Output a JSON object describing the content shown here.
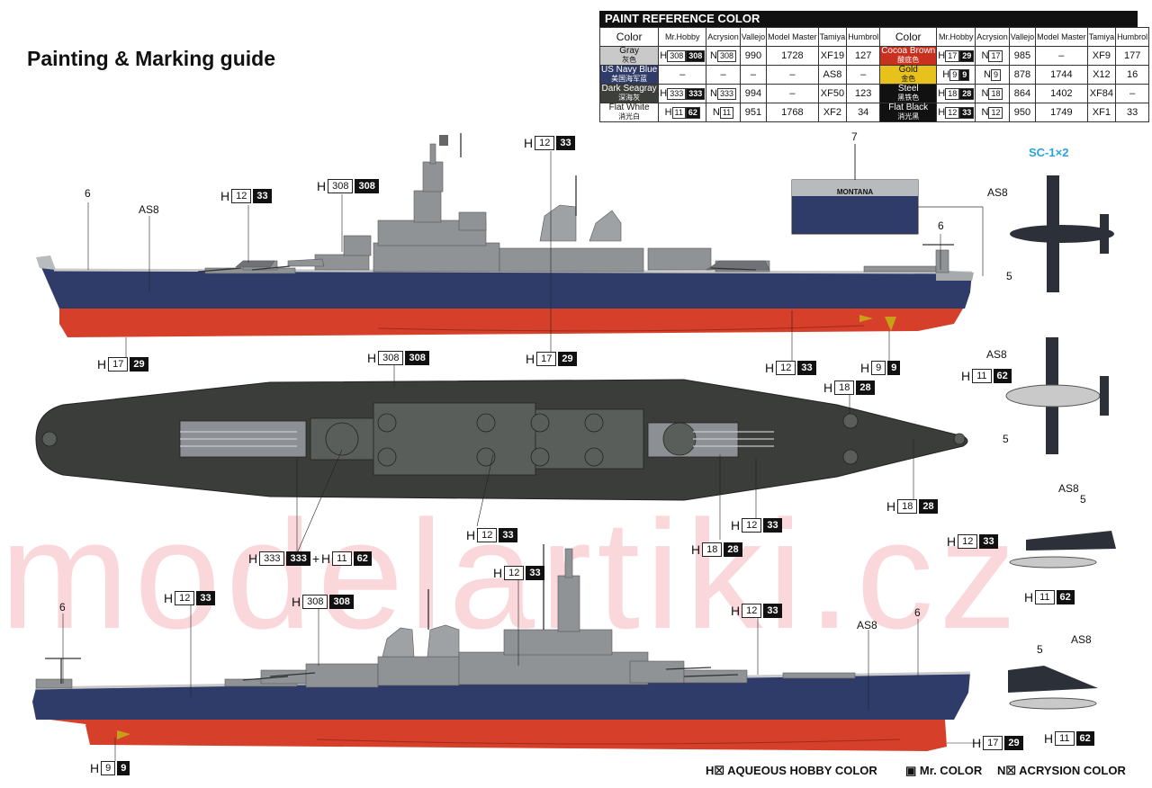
{
  "title": "Painting & Marking guide",
  "watermark": "modelartiki.cz",
  "paint_table": {
    "heading": "PAINT REFERENCE COLOR",
    "columns": [
      "Color",
      "Mr.Hobby",
      "Acrysion",
      "Vallejo",
      "Model Master",
      "Tamiya",
      "Humbrol"
    ],
    "left_rows": [
      {
        "name": "Gray",
        "cn": "灰色",
        "swatch": "#c9c9c9",
        "text_color": "#111",
        "h": "308",
        "mr": "308",
        "n": "308",
        "vallejo": "990",
        "mm": "1728",
        "tamiya": "XF19",
        "humbrol": "127"
      },
      {
        "name": "US Navy Blue",
        "cn": "美国海军蓝",
        "swatch": "#2f3c6a",
        "text_color": "#fff",
        "h": "",
        "mr": "",
        "n": "",
        "vallejo": "–",
        "mm": "–",
        "tamiya": "AS8",
        "humbrol": "–"
      },
      {
        "name": "Dark Seagray",
        "cn": "深海灰",
        "swatch": "#3c3f3a",
        "text_color": "#fff",
        "h": "333",
        "mr": "333",
        "n": "333",
        "vallejo": "994",
        "mm": "–",
        "tamiya": "XF50",
        "humbrol": "123"
      },
      {
        "name": "Flat White",
        "cn": "消光白",
        "swatch": "#ffffff",
        "text_color": "#111",
        "h": "11",
        "mr": "62",
        "n": "11",
        "vallejo": "951",
        "mm": "1768",
        "tamiya": "XF2",
        "humbrol": "34"
      }
    ],
    "right_rows": [
      {
        "name": "Cocoa Brown",
        "cn": "酸底色",
        "swatch": "#c8301f",
        "text_color": "#fff",
        "h": "17",
        "mr": "29",
        "n": "17",
        "vallejo": "985",
        "mm": "–",
        "tamiya": "XF9",
        "humbrol": "177"
      },
      {
        "name": "Gold",
        "cn": "金色",
        "swatch": "#e8c21c",
        "text_color": "#111",
        "h": "9",
        "mr": "9",
        "n": "9",
        "vallejo": "878",
        "mm": "1744",
        "tamiya": "X12",
        "humbrol": "16"
      },
      {
        "name": "Steel",
        "cn": "黑铁色",
        "swatch": "#111111",
        "text_color": "#fff",
        "h": "18",
        "mr": "28",
        "n": "18",
        "vallejo": "864",
        "mm": "1402",
        "tamiya": "XF84",
        "humbrol": "–"
      },
      {
        "name": "Flat Black",
        "cn": "消光黑",
        "swatch": "#111111",
        "text_color": "#fff",
        "h": "12",
        "mr": "33",
        "n": "12",
        "vallejo": "950",
        "mm": "1749",
        "tamiya": "XF1",
        "humbrol": "33"
      }
    ]
  },
  "nameplate": "MONTANA",
  "aircraft_label": "SC-1×2",
  "legend": {
    "h": "AQUEOUS HOBBY COLOR",
    "mr": "Mr. COLOR",
    "n": "ACRYSION COLOR"
  },
  "labels": {
    "as8": "AS8",
    "six": "6",
    "five": "5",
    "seven": "7",
    "h": "H",
    "plus": "+"
  },
  "callouts": {
    "c1": {
      "box": "12",
      "bk": "33"
    },
    "c2": {
      "box": "308",
      "bk": "308"
    },
    "c3": {
      "box": "12",
      "bk": "33"
    },
    "c4": {
      "box": "17",
      "bk": "29"
    },
    "c5": {
      "box": "17",
      "bk": "29"
    },
    "c6": {
      "box": "12",
      "bk": "33"
    },
    "c7": {
      "box": "9",
      "bk": "9"
    },
    "c8": {
      "box": "308",
      "bk": "308"
    },
    "c9": {
      "box": "18",
      "bk": "28"
    },
    "c10": {
      "box": "18",
      "bk": "28"
    },
    "c11": {
      "box": "12",
      "bk": "33"
    },
    "c12": {
      "box": "12",
      "bk": "33"
    },
    "c13": {
      "box": "18",
      "bk": "28"
    },
    "c14a": {
      "box": "333",
      "bk": "333"
    },
    "c14b": {
      "box": "11",
      "bk": "62"
    },
    "c15": {
      "box": "12",
      "bk": "33"
    },
    "c16": {
      "box": "12",
      "bk": "33"
    },
    "c17": {
      "box": "308",
      "bk": "308"
    },
    "c18": {
      "box": "12",
      "bk": "33"
    },
    "c19": {
      "box": "9",
      "bk": "9"
    },
    "c20": {
      "box": "17",
      "bk": "29"
    },
    "a1": {
      "box": "11",
      "bk": "62"
    },
    "a2": {
      "box": "12",
      "bk": "33"
    },
    "a3": {
      "box": "11",
      "bk": "62"
    },
    "a4": {
      "box": "11",
      "bk": "62"
    }
  },
  "colors": {
    "hull_blue": "#2f3c6a",
    "hull_red": "#d6402a",
    "deck_dark": "#3a3d39",
    "gray": "#8f9396"
  }
}
